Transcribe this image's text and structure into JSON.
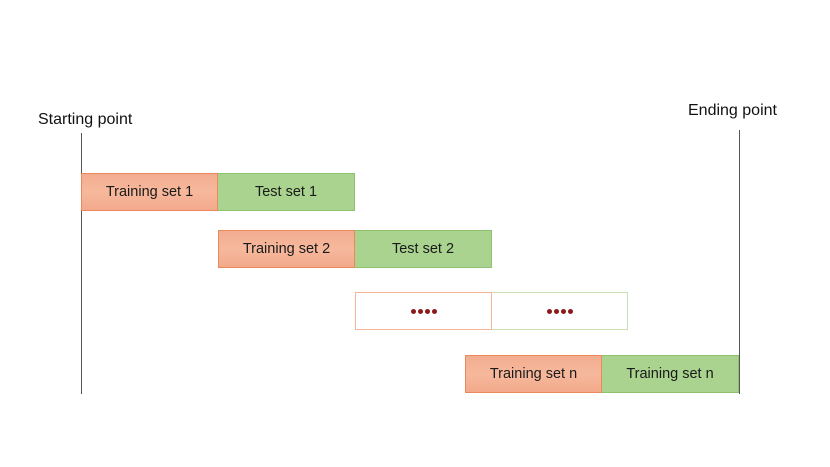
{
  "labels": {
    "start": "Starting point",
    "end": "Ending point"
  },
  "rows": [
    {
      "train_label": "Training set 1",
      "test_label": "Test set 1"
    },
    {
      "train_label": "Training set 2",
      "test_label": "Test set 2"
    },
    {
      "train_label": "",
      "test_label": "",
      "ellipsis": true
    },
    {
      "train_label": "Training set n",
      "test_label": "Training set n"
    }
  ],
  "colors": {
    "train_fill": "#f6b89c",
    "train_border": "#ea8a5c",
    "test_fill": "#a9d38f",
    "test_border": "#8fc26e",
    "ellipsis_dots": "#8b1a1a",
    "timeline": "#555555"
  }
}
